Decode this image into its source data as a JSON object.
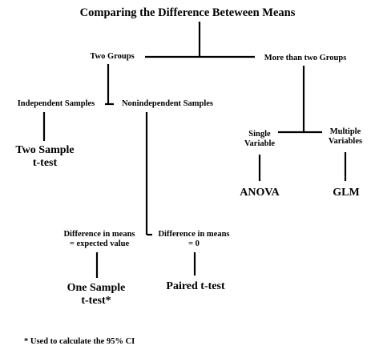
{
  "title": "Comparing the Difference Beteween Means",
  "nodes": {
    "two_groups": "Two Groups",
    "more_than_two": "More than two Groups",
    "independent": "Independent Samples",
    "nonindependent": "Nonindependent Samples",
    "two_sample_l1": "Two Sample",
    "two_sample_l2": "t-test",
    "single_l1": "Single",
    "single_l2": "Variable",
    "multiple_l1": "Multiple",
    "multiple_l2": "Variables",
    "anova": "ANOVA",
    "glm": "GLM",
    "diff_expected_l1": "Difference in means",
    "diff_expected_l2": "= expected value",
    "diff_zero_l1": "Difference in means",
    "diff_zero_l2": "= 0",
    "one_sample_l1": "One Sample",
    "one_sample_l2": "t-test*",
    "paired": "Paired t-test"
  },
  "footnote": "* Used to calculate the 95% CI",
  "colors": {
    "line": "#000000",
    "text": "#000000",
    "background": "#ffffff"
  }
}
